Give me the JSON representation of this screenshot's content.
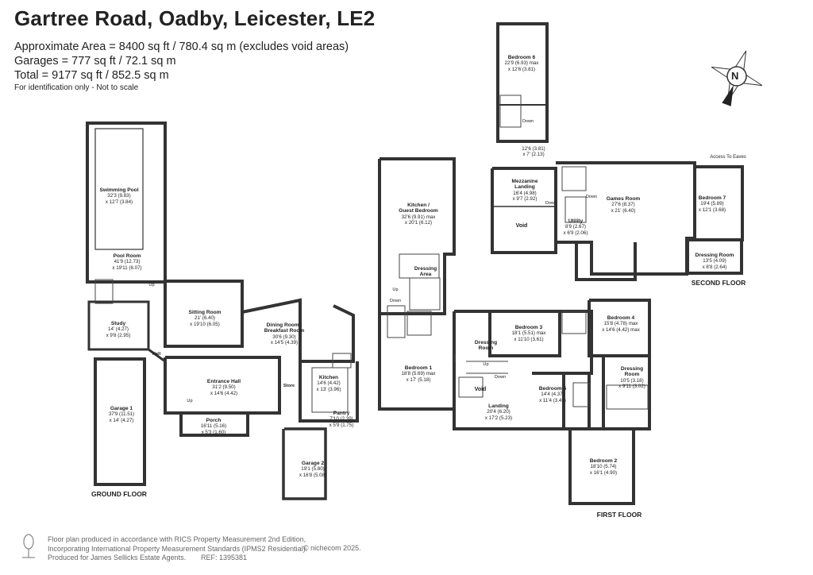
{
  "header": {
    "title": "Gartree Road, Oadby, Leicester, LE2",
    "area": "Approximate Area = 8400 sq ft / 780.4 sq m (excludes void areas)",
    "garages": "Garages = 777 sq ft / 72.1 sq m",
    "total": "Total = 9177 sq ft / 852.5 sq m",
    "identification": "For identification only - Not to scale"
  },
  "floors": {
    "ground": "GROUND FLOOR",
    "first": "FIRST FLOOR",
    "second": "SECOND FLOOR"
  },
  "rooms": {
    "swimming_pool": {
      "name": "Swimming Pool",
      "dim1": "32'3 (9.83)",
      "dim2": "x 12'7 (3.84)"
    },
    "pool_room": {
      "name": "Pool Room",
      "dim1": "41'9 (12.73)",
      "dim2": "x 19'11 (6.07)"
    },
    "study": {
      "name": "Study",
      "dim1": "14' (4.27)",
      "dim2": "x 9'8 (2.95)"
    },
    "garage1": {
      "name": "Garage 1",
      "dim1": "37'9 (11.51)",
      "dim2": "x 14' (4.27)"
    },
    "sitting_room": {
      "name": "Sitting Room",
      "dim1": "21' (6.40)",
      "dim2": "x 19'10 (6.05)"
    },
    "dining_room": {
      "name": "Dining Room /",
      "name2": "Breakfast Room",
      "dim1": "30'6 (9.30)",
      "dim2": "x 14'5 (4.39)"
    },
    "entrance_hall": {
      "name": "Entrance Hall",
      "dim1": "31'2 (9.50)",
      "dim2": "x 14'6 (4.42)"
    },
    "kitchen": {
      "name": "Kitchen",
      "dim1": "14'6 (4.42)",
      "dim2": "x 13' (3.96)"
    },
    "porch": {
      "name": "Porch",
      "dim1": "16'11 (5.16)",
      "dim2": "x 5'3 (1.60)"
    },
    "pantry": {
      "name": "Pantry",
      "dim1": "7'10 (2.39)",
      "dim2": "x 5'9 (1.75)"
    },
    "garage2": {
      "name": "Garage 2",
      "dim1": "19'1 (5.80)",
      "dim2": "x 16'8 (5.08)"
    },
    "kitchen_guest": {
      "name": "Kitchen /",
      "name2": "Guest Bedroom",
      "dim1": "32'6 (9.91) max",
      "dim2": "x 20'1 (6.12)"
    },
    "dressing_area": {
      "name": "Dressing",
      "name2": "Area"
    },
    "bedroom1": {
      "name": "Bedroom 1",
      "dim1": "18'8 (5.69) max",
      "dim2": "x 17' (5.18)"
    },
    "bedroom3": {
      "name": "Bedroom 3",
      "dim1": "18'1 (5.51) max",
      "dim2": "x 11'10 (3.61)"
    },
    "dressing_room_first": {
      "name": "Dressing",
      "name2": "Room"
    },
    "bedroom4": {
      "name": "Bedroom 4",
      "dim1": "15'8 (4.78) max",
      "dim2": "x 14'6 (4.42) max"
    },
    "dressing_room_b4": {
      "name": "Dressing",
      "name2": "Room",
      "dim1": "10'5 (3.18)",
      "dim2": "x 9'11 (3.02)"
    },
    "bedroom5": {
      "name": "Bedroom 5",
      "dim1": "14'4 (4.37)",
      "dim2": "x 11'4 (3.45)"
    },
    "landing": {
      "name": "Landing",
      "dim1": "20'4 (6.20)",
      "dim2": "x 17'2 (5.23)"
    },
    "bedroom2": {
      "name": "Bedroom 2",
      "dim1": "18'10 (5.74)",
      "dim2": "x 16'1 (4.90)"
    },
    "bedroom6": {
      "name": "Bedroom 6",
      "dim1": "22'9 (6.93) max",
      "dim2": "x 12'6 (3.81)"
    },
    "mezzanine": {
      "name": "Mezzanine",
      "name2": "Landing",
      "dim1": "16'4 (4.98)",
      "dim2": "x 9'7 (2.92)"
    },
    "stair_dim": {
      "dim1": "12'6 (3.81)",
      "dim2": "x 7' (2.13)"
    },
    "games_room": {
      "name": "Games Room",
      "dim1": "27'6 (8.37)",
      "dim2": "x 21' (6.40)"
    },
    "utility": {
      "name": "Utility",
      "dim1": "8'9 (2.67)",
      "dim2": "x 6'9 (2.06)"
    },
    "bedroom7": {
      "name": "Bedroom 7",
      "dim1": "19'4 (5.89)",
      "dim2": "x 12'1 (3.68)"
    },
    "dressing_room_second": {
      "name": "Dressing Room",
      "dim1": "13'5 (4.09)",
      "dim2": "x 8'8 (2.64)"
    }
  },
  "small_labels": {
    "hall": "Hall",
    "store": "Store",
    "void": "Void",
    "up": "Up",
    "down": "Down",
    "access_to_eaves": "Access To Eaves"
  },
  "compass": {
    "letter": "N"
  },
  "footer": {
    "line1": "Floor plan produced in accordance with RICS Property Measurement 2nd Edition,",
    "line2": "Incorporating International Property Measurement Standards (IPMS2 Residential).",
    "line3": "Produced for James Sellicks Estate Agents.",
    "ref": "REF: 1395381",
    "copyright": "© nichecom 2025."
  }
}
